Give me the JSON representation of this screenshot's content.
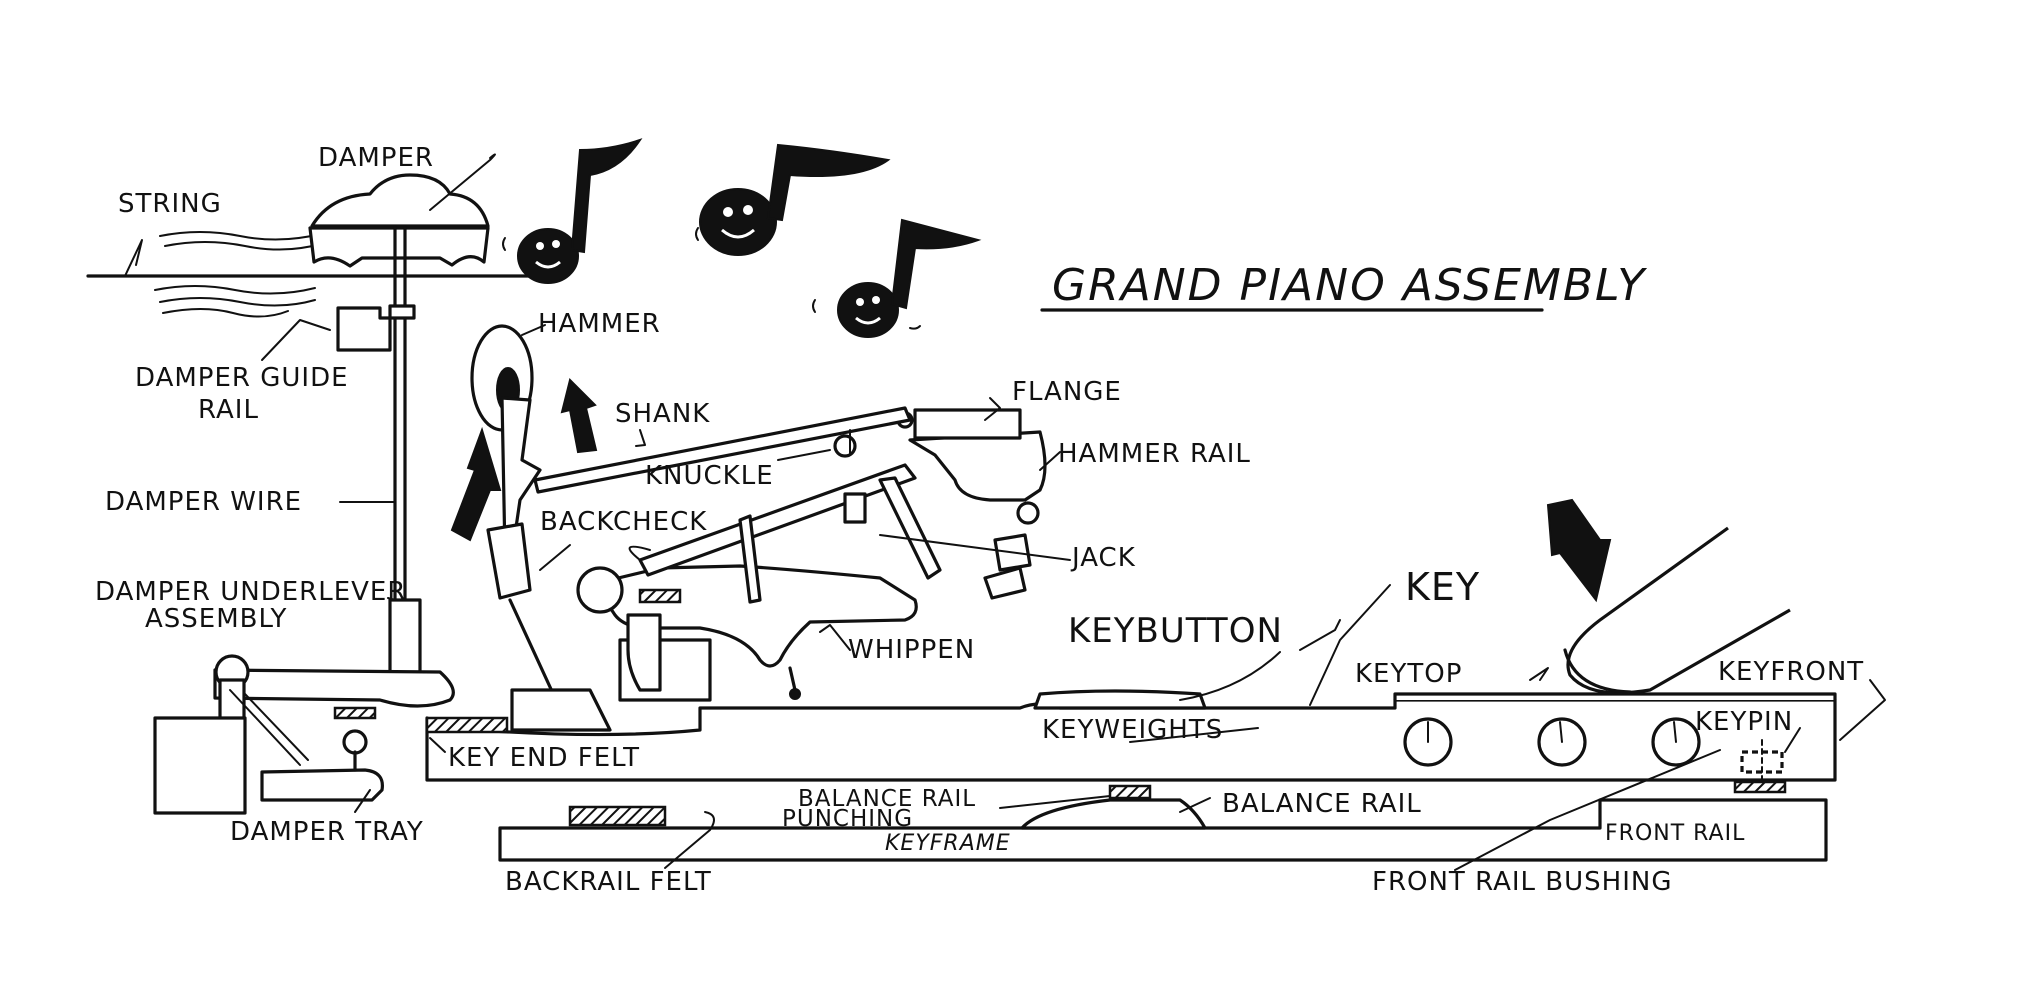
{
  "title": "GRAND PIANO ASSEMBLY",
  "labels": {
    "string": "STRING",
    "damper": "DAMPER",
    "damper_guide_rail_1": "DAMPER GUIDE",
    "damper_guide_rail_2": "RAIL",
    "damper_wire": "DAMPER WIRE",
    "damper_underlever_1": "DAMPER UNDERLEVER",
    "damper_underlever_2": "ASSEMBLY",
    "damper_tray": "DAMPER TRAY",
    "hammer": "HAMMER",
    "shank": "SHANK",
    "knuckle": "KNUCKLE",
    "flange": "FLANGE",
    "hammer_rail": "HAMMER RAIL",
    "backcheck": "BACKCHECK",
    "jack": "JACK",
    "whippen": "WHIPPEN",
    "keybutton": "KEYBUTTON",
    "key": "KEY",
    "keytop": "KEYTOP",
    "keyfront": "KEYFRONT",
    "keypin": "KEYPIN",
    "keyweights": "KEYWEIGHTS",
    "key_end_felt": "KEY END FELT",
    "balance_rail_punching_1": "BALANCE RAIL",
    "balance_rail_punching_2": "PUNCHING",
    "balance_rail": "BALANCE RAIL",
    "front_rail": "FRONT RAIL",
    "keyframe": "KEYFRAME",
    "backrail_felt": "BACKRAIL FELT",
    "front_rail_bushing": "FRONT RAIL BUSHING"
  },
  "icons": [
    "music-note-icon",
    "down-arrow-icon",
    "up-arrow-icon",
    "finger-icon"
  ]
}
